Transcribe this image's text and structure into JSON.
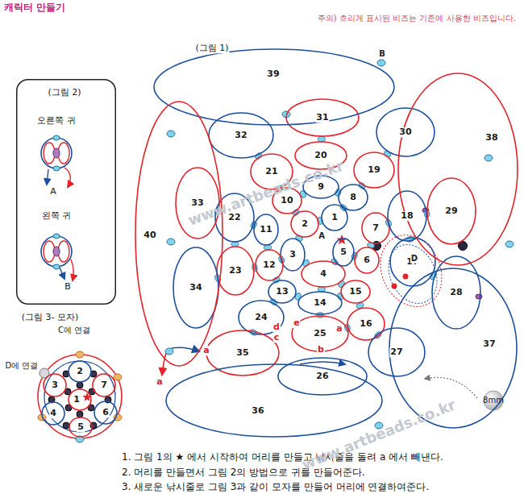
{
  "diagram": {
    "title": "캐릭터 만들기",
    "nodes": [
      {
        "text": [
          "1"
        ]
      },
      {
        "text": [
          "2"
        ]
      },
      {
        "text": [
          "3"
        ]
      },
      {
        "text": [
          "4"
        ]
      },
      {
        "text": [
          "5"
        ]
      },
      {
        "text": [
          "6"
        ]
      },
      {
        "text": [
          "7"
        ]
      },
      {
        "text": [
          "8"
        ]
      },
      {
        "text": [
          "9"
        ]
      },
      {
        "text": [
          "10"
        ]
      },
      {
        "text": [
          "11"
        ]
      },
      {
        "text": [
          "12"
        ]
      },
      {
        "text": [
          "13"
        ]
      },
      {
        "text": [
          "14"
        ]
      },
      {
        "text": [
          "15"
        ]
      },
      {
        "text": [
          "16"
        ]
      },
      {
        "text": [
          "17"
        ]
      },
      {
        "text": [
          "18"
        ]
      },
      {
        "text": [
          "19"
        ]
      },
      {
        "text": [
          "20"
        ]
      },
      {
        "text": [
          "21"
        ]
      },
      {
        "text": [
          "22"
        ]
      },
      {
        "text": [
          "23"
        ]
      },
      {
        "text": [
          "24"
        ]
      },
      {
        "text": [
          "25"
        ]
      },
      {
        "text": [
          "26"
        ]
      },
      {
        "text": [
          "27"
        ]
      },
      {
        "text": [
          "28"
        ]
      },
      {
        "text": [
          "29"
        ]
      },
      {
        "text": [
          "30"
        ]
      },
      {
        "text": [
          "31"
        ]
      },
      {
        "text": [
          "32"
        ]
      },
      {
        "text": [
          "33"
        ]
      },
      {
        "text": [
          "34"
        ]
      },
      {
        "text": [
          "35"
        ]
      },
      {
        "text": [
          "36"
        ]
      },
      {
        "text": [
          "37"
        ]
      },
      {
        "text": [
          "38"
        ]
      },
      {
        "text": [
          "39"
        ]
      },
      {
        "text": [
          "40"
        ]
      },
      {
        "text": [
          "(그림 2)",
          "오른쪽 귀",
          "A",
          "왼쪽 귀",
          "B"
        ]
      },
      {
        "text": [
          "1"
        ]
      },
      {
        "text": [
          "2"
        ]
      },
      {
        "text": [
          "3"
        ]
      },
      {
        "text": [
          "4"
        ]
      },
      {
        "text": [
          "5"
        ]
      },
      {
        "text": [
          "6"
        ]
      },
      {
        "text": [
          "7"
        ]
      }
    ],
    "labels": [
      "(그림 1)",
      "B",
      "A",
      "D",
      "d",
      "e",
      "c",
      "a",
      "b",
      "a",
      "a",
      "8mm",
      "(그림 3- 모자)",
      "C에 연결",
      "D에 연결",
      "주의) 흐리게 표시된 비즈는 기존에 사용한 비즈입니다.",
      "1. 그림 1의 ★ 에서 시작하여 머리를 만들고 낚시줄을 돌려 a 에서 빼낸다.",
      "2. 머리를 만들면서 그림 2의 방법으로 귀를 만들어준다.",
      "3. 새로운 낚시줄로 그림 3과 같이 모자를 만들어 머리에 연결하여준다.",
      "www.artbeads.co.kr",
      "www.artbeads.co.kr"
    ]
  }
}
